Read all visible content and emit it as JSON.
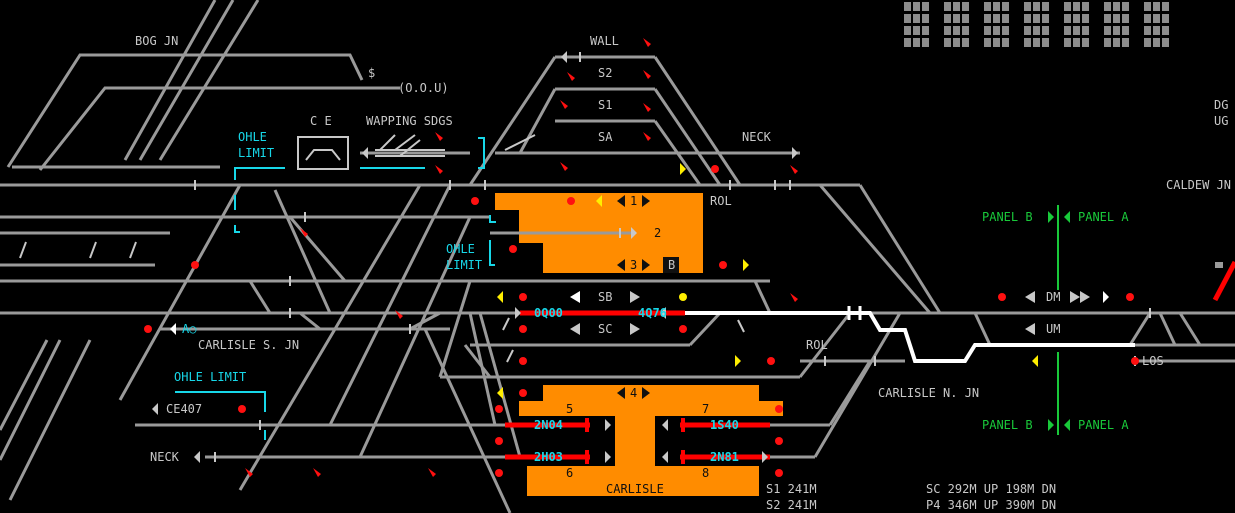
{
  "colors": {
    "track": "#9a9a9a",
    "track_dark": "#5a5a5a",
    "platform": "#ff8c00",
    "route_set_white": "#ffffff",
    "occupied_red": "#ff0000",
    "signal_red": "#ff1010",
    "signal_yellow": "#ffee00",
    "berth_text": "#17d7e8",
    "ohle": "#17d7e8",
    "panel_boundary": "#19c93a",
    "background": "#000000"
  },
  "labels": {
    "bog_jn": "BOG JN",
    "oou": "(O.O.U)",
    "dollar": "$",
    "wall": "WALL",
    "s2": "S2",
    "s1": "S1",
    "sa": "SA",
    "neck_top": "NECK",
    "ce": "C E",
    "wapping_sdgs": "WAPPING SDGS",
    "ohle_limit_1a": "OHLE",
    "ohle_limit_1b": "LIMIT",
    "ohle_limit_2a": "OHLE",
    "ohle_limit_2b": "LIMIT",
    "ohle_limit_3": "OHLE LIMIT",
    "rol_top": "ROL",
    "rol_mid": "ROL",
    "carlisle_s_jn": "CARLISLE S. JN",
    "carlisle_n_jn": "CARLISLE N. JN",
    "caldew_jn": "CALDEW JN",
    "dg": "DG",
    "ug": "UG",
    "sb": "SB",
    "sc": "SC",
    "dm": "DM",
    "um": "UM",
    "los": "LOS",
    "neck_bottom": "NECK",
    "ce407": "CE407",
    "a_marker": "A",
    "carlisle": "CARLISLE",
    "panel_b_top": "PANEL B",
    "panel_a_top": "PANEL A",
    "panel_b_bottom": "PANEL B",
    "panel_a_bottom": "PANEL A",
    "stat_s1": "S1 241M",
    "stat_s2": "S2 241M",
    "stat_sc": "SC 292M UP 198M DN",
    "stat_p4": "P4 346M UP 390M DN"
  },
  "platforms": {
    "p1": "1",
    "p2": "2",
    "p3": "3",
    "p4": "4",
    "p5": "5",
    "p6": "6",
    "p7": "7",
    "p8": "8",
    "b_marker": "B"
  },
  "berths": {
    "sb_left": "0Q00",
    "sb_right": "4Q76",
    "p5": "2N04",
    "p6": "2H03",
    "p7": "1S40",
    "p8": "2N81"
  }
}
